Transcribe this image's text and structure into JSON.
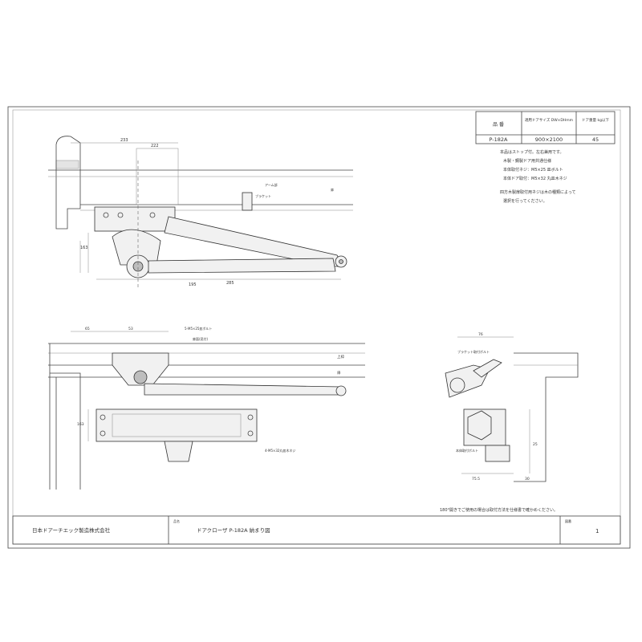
{
  "spec_table": {
    "headers": [
      "品 番",
      "適用ドアサイズ\nDW×DHmm",
      "ドア重量\nkg以下"
    ],
    "row": [
      "P-182A",
      "900×2100",
      "45"
    ]
  },
  "notes": [
    "本品はストップ付。左右兼用です。",
    "木製・鋼製ドア用共通仕様",
    "本体取付ネジ：M5×25 皿ボルト",
    "本体ドア取付：M5×32 丸皿木ネジ"
  ],
  "notes2": [
    "四方木製扉取付用ネジは木の種類によって",
    "選択を行ってください。"
  ],
  "note_bottom": "180°開きでご使用の場合は取付方法を仕様書で確かめください。",
  "title_block": {
    "company": "日本ドアーチエック製造株式会社",
    "name_label": "品名",
    "drawing_title": "ドアクローザ P-182A 納まり図",
    "no_label": "図番",
    "sheet_no": "1"
  },
  "dims_top": {
    "d1": "233",
    "d2": "222",
    "d3": "163",
    "d4": "195",
    "d5": "285",
    "label_arm": "アーム部",
    "label_bracket": "ブラケット",
    "label_door": "扉"
  },
  "dims_front": {
    "d1": "65",
    "d2": "53",
    "d3": "163",
    "label_a": "5-M5×25皿ボルト",
    "label_b": "扉面(見付)",
    "label_c": "4-M5×32丸皿木ネジ",
    "label_frame": "上枠",
    "label_door": "扉"
  },
  "dims_side": {
    "d1": "76",
    "d2": "25",
    "d3": "75.5",
    "d4": "30",
    "label_a": "ブラケット取付ボルト",
    "label_b": "本体取付ボルト"
  }
}
